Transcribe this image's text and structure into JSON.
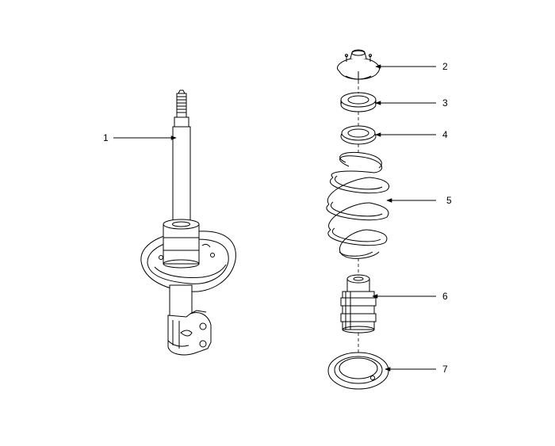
{
  "callouts": [
    {
      "id": "strut_assembly",
      "label": "1"
    },
    {
      "id": "insulator",
      "label": "2"
    },
    {
      "id": "bearing",
      "label": "3"
    },
    {
      "id": "upper_spring_pad",
      "label": "4"
    },
    {
      "id": "coil_spring",
      "label": "5"
    },
    {
      "id": "dust_cover",
      "label": "6"
    },
    {
      "id": "lower_spring_pad",
      "label": "7"
    }
  ],
  "colors": {
    "line": "#000000",
    "background": "#ffffff"
  }
}
